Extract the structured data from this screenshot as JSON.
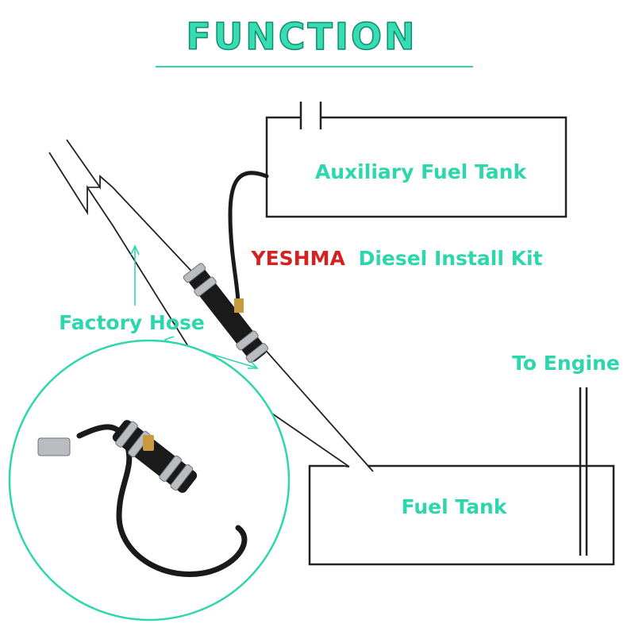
{
  "title": "FUNCTION",
  "labels": {
    "auxiliary_tank": "Auxiliary Fuel Tank",
    "kit_brand": "YESHMA",
    "kit_rest": "Diesel Install Kit",
    "factory_hose": "Factory Hose",
    "to_engine": "To Engine",
    "fuel_tank": "Fuel Tank"
  },
  "colors": {
    "accent": "#2ed6ad",
    "title_fill": "#36dcb3",
    "title_stroke": "#138a6a",
    "brand_red": "#d42222",
    "line": "#222222",
    "hose": "#1a1a1a",
    "brass": "#c79a3d",
    "metal": "#b9bcc0"
  }
}
